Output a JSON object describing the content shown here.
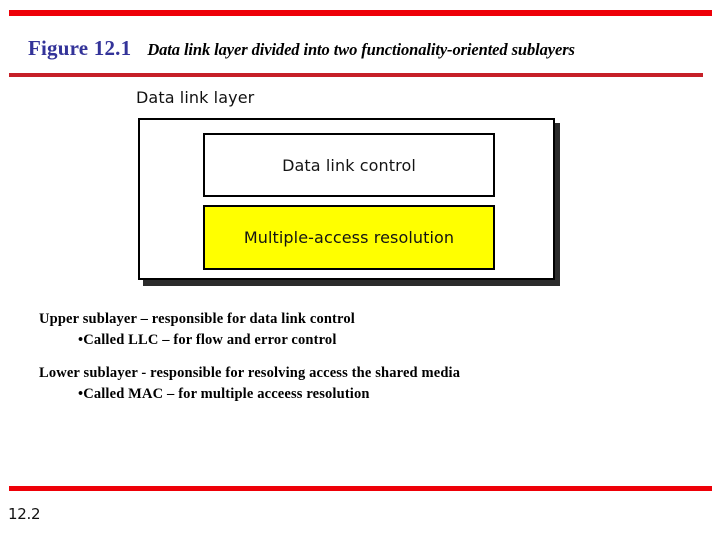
{
  "slide": {
    "page_number": "12.2",
    "background_color": "#ffffff"
  },
  "rules": {
    "top_color": "#ee0008",
    "under_title_color": "#c62028",
    "bottom_color": "#ee0008"
  },
  "title": {
    "figure_label": "Figure 12.1",
    "figure_label_color": "#333399",
    "caption": "Data link layer divided into two functionality-oriented sublayers",
    "caption_color": "#000000"
  },
  "diagram": {
    "outer_label": "Data link layer",
    "outer_box": {
      "fill": "#ffffff",
      "border_color": "#000000",
      "shadow_color": "#2b2b2b"
    },
    "boxes": [
      {
        "id": "data-link-control",
        "label": "Data link control",
        "fill": "#ffffff",
        "border_color": "#000000"
      },
      {
        "id": "multiple-access-resolution",
        "label": "Multiple-access resolution",
        "fill": "#ffff00",
        "border_color": "#000000"
      }
    ]
  },
  "notes": {
    "lines": [
      "Upper sublayer  – responsible for data link control",
      "•Called LLC – for flow and error control",
      "Lower sublayer - responsible for resolving access the shared media",
      "•Called MAC – for multiple acceess resolution"
    ]
  }
}
